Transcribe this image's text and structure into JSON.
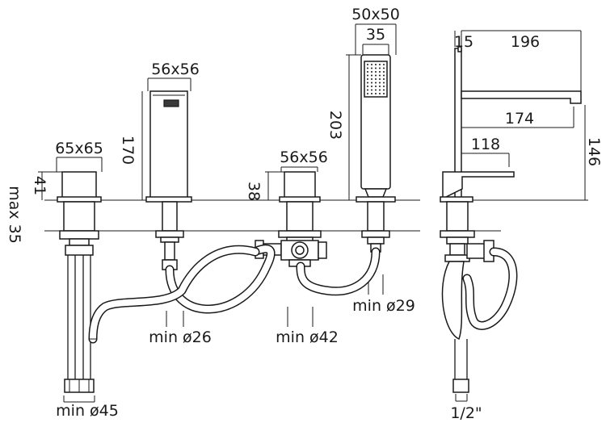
{
  "labels": {
    "spout_size": "56x56",
    "spout_height": "170",
    "valve_left_size": "65x65",
    "valve_left_height": "41",
    "deck_thickness": "max 35",
    "valve_right_size": "56x56",
    "valve_right_height": "38",
    "handset_size": "50x50",
    "handset_width": "35",
    "handset_length": "203",
    "min_hole_left": "min ø45",
    "min_hole_spout": "min ø26",
    "min_hole_valve": "min ø42",
    "min_hole_handset": "min ø29",
    "side_width": "15",
    "side_depth": "196",
    "side_reach": "174",
    "side_lever": "118",
    "side_height": "146",
    "connection_size": "1/2\""
  }
}
